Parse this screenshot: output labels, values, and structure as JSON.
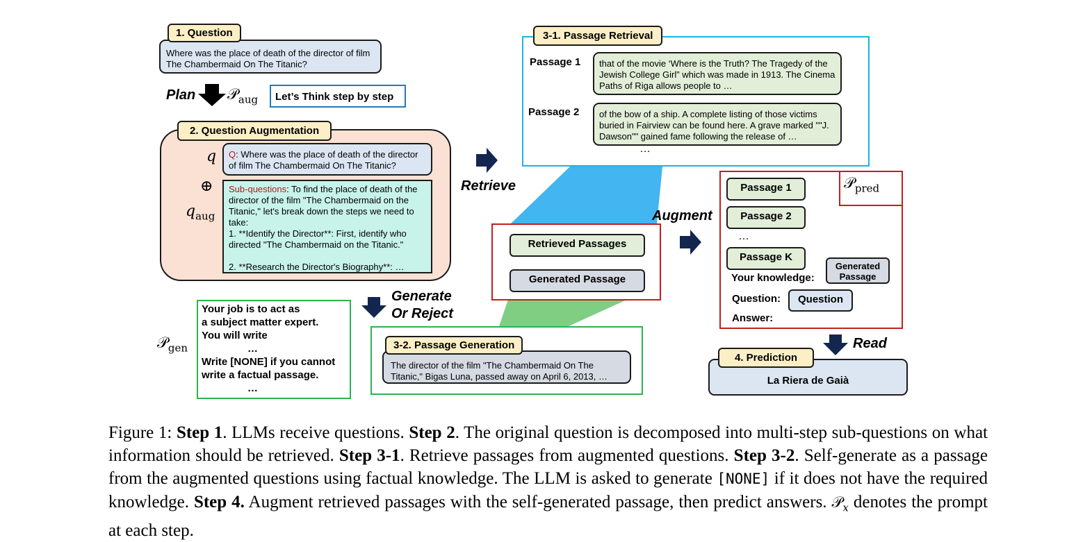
{
  "step1": {
    "tag": "1. Question",
    "question": "Where was the place of death of the director of film The Chambermaid On The Titanic?"
  },
  "plan": {
    "label": "Plan",
    "p_symbol": "𝒫",
    "p_sub": "aug",
    "prompt": "Let’s Think step by step"
  },
  "step2": {
    "tag": "2. Question Augmentation",
    "q_symbol": "q",
    "oplus": "⊕",
    "qaug_symbol": "q",
    "qaug_sub": "aug",
    "q_prefix": "Q",
    "q_text": ": Where was the place of death of the director of film The Chambermaid On The Titanic?",
    "sub_prefix": "Sub-questions",
    "sub_lines": [
      ": To find the place of death of the",
      "director of the film \"The Chambermaid on the",
      "Titanic,\" let's break down the steps we need to",
      "take:",
      "1. **Identify the Director**: First, identify who",
      "directed \"The Chambermaid on the Titanic.\"",
      "",
      "2. **Research the Director's Biography**: …"
    ]
  },
  "retrieve": {
    "label": "Retrieve"
  },
  "step31": {
    "tag": "3-1. Passage Retrieval",
    "passages": [
      {
        "label": "Passage 1",
        "text": "that of the movie ‘Where is the Truth? The Tragedy of the Jewish College Girl” which was made in 1913. The Cinema Paths of Riga allows people to …"
      },
      {
        "label": "Passage 2",
        "text": "of the bow of a ship. A complete listing of those victims buried in Fairview can be found here. A grave marked \"\"J. Dawson\"\" gained fame following the release of …"
      }
    ],
    "ellipsis": "…"
  },
  "middle": {
    "retrieved": "Retrieved Passages",
    "generated": "Generated Passage"
  },
  "augment": {
    "label": "Augment"
  },
  "generate": {
    "label_line1": "Generate",
    "label_line2": "Or Reject"
  },
  "pgen": {
    "p_symbol": "𝒫",
    "p_sub": "gen",
    "lines": [
      "Your job is to act as",
      "a subject matter expert.",
      "You will write",
      "…",
      "Write [NONE] if you cannot",
      "write a factual passage.",
      "…"
    ]
  },
  "step32": {
    "tag": "3-2. Passage Generation",
    "text": "The director of the film \"The Chambermaid On The Titanic,\" Bigas Luna, passed away on April 6, 2013, …"
  },
  "pred": {
    "p_symbol": "𝒫",
    "p_sub": "pred",
    "passage1": "Passage 1",
    "passage2": "Passage 2",
    "ellipsis": "…",
    "passageK": "Passage K",
    "generated_line1": "Generated",
    "generated_line2": "Passage",
    "your_knowledge": "Your knowledge:",
    "question_label": "Question:",
    "question_pill": "Question",
    "answer_label": "Answer:"
  },
  "read": {
    "label": "Read"
  },
  "step4": {
    "tag": "4. Prediction",
    "answer": "La Riera de Gaià"
  },
  "caption": {
    "fig": "Figure 1: ",
    "s1": "Step 1",
    "t1": ". LLMs receive questions. ",
    "s2": "Step 2",
    "t2": ". The original question is decomposed into multi-step sub-questions on what information should be retrieved. ",
    "s31": "Step 3-1",
    "t31": ". Retrieve passages from augmented questions. ",
    "s32": "Step 3-2",
    "t32": ". Self-generate as a passage from the augmented questions using factual knowledge. The LLM is asked to generate ",
    "none": "[NONE]",
    "t33": " if it does not have the required knowledge. ",
    "s4": "Step 4.",
    "t4": " Augment retrieved passages with the self-generated passage, then predict answers. ",
    "px_symbol": "𝒫",
    "px_sub": "x",
    "t5": " denotes the prompt at each step."
  },
  "colors": {
    "tag_fill": "#fdefc5",
    "blue_fill": "#dce6f2",
    "green_fill": "#e2eed8",
    "teal_fill": "#c7f3ea",
    "orange_fill": "#fbe1d3",
    "gray_fill": "#d5dae3",
    "cyan_border": "#1fb1e6",
    "red_border": "#c21f1f",
    "green_border": "#2bb44e",
    "arrow_navy": "#13264f",
    "funnel_blue": "#43b5f0",
    "funnel_green": "#7fce82"
  }
}
